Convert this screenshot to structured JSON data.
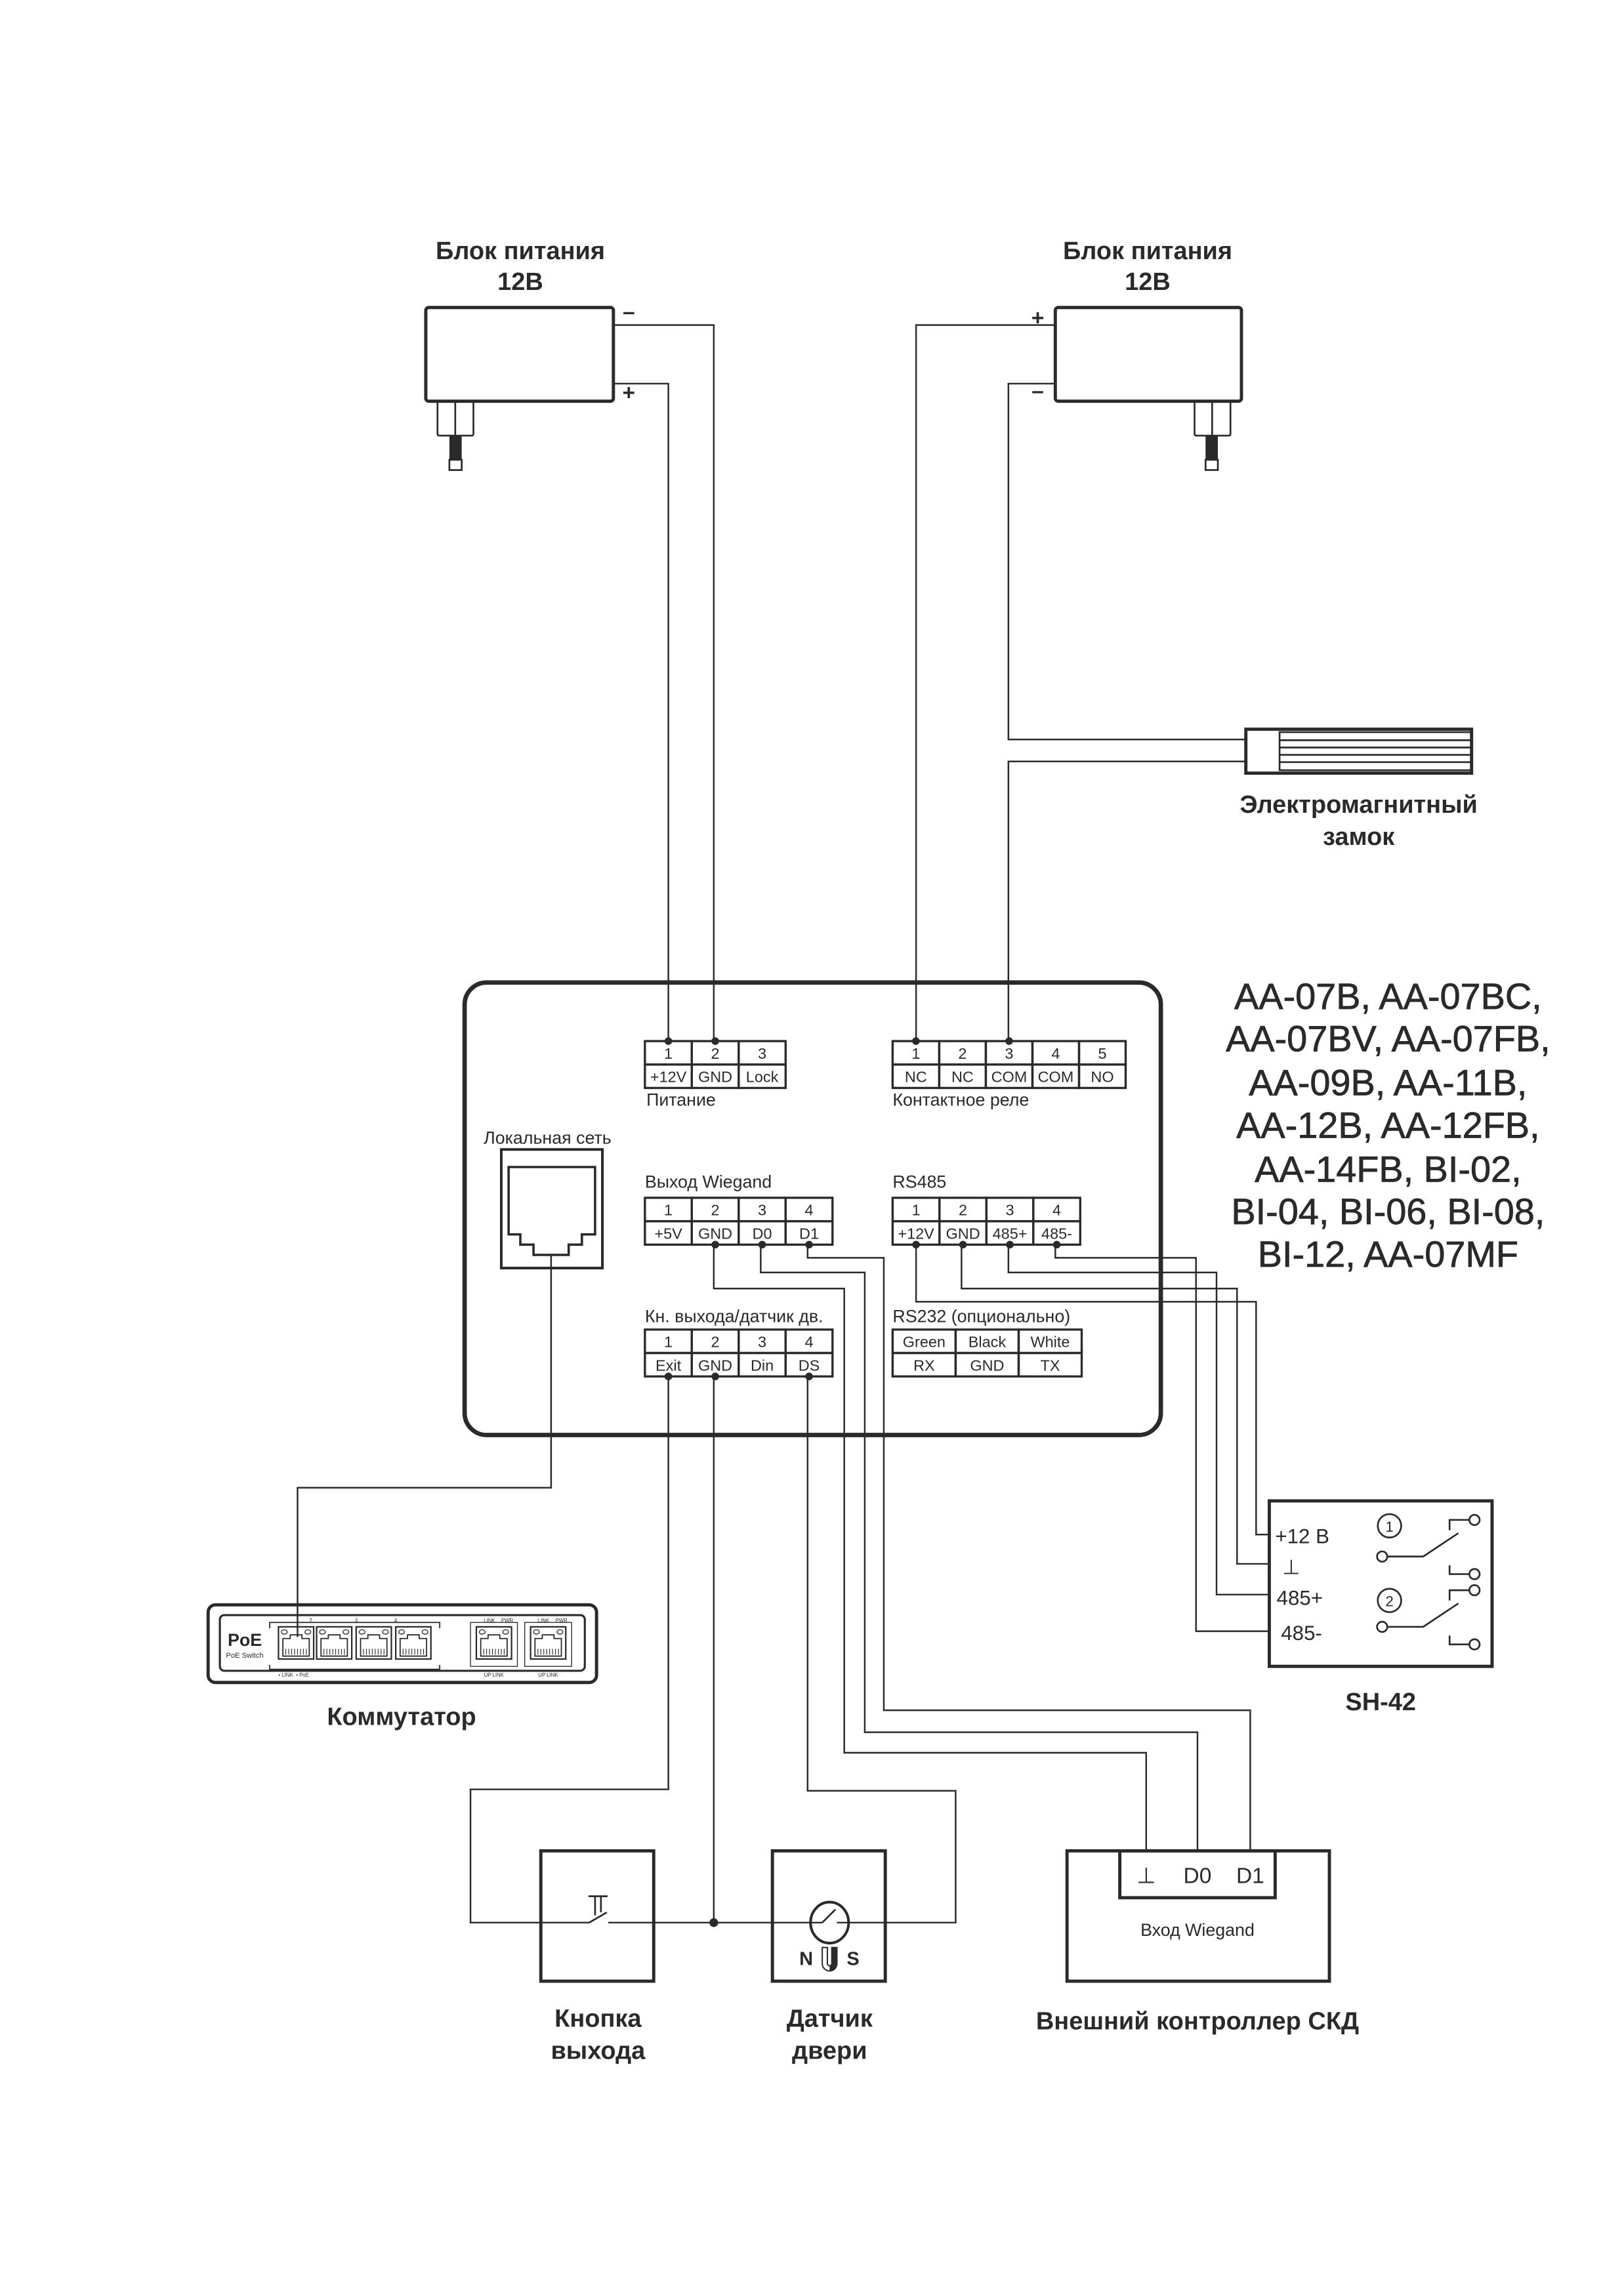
{
  "power_supply_left": {
    "title": "Блок питания",
    "voltage": "12В",
    "minus": "–",
    "plus": "+"
  },
  "power_supply_right": {
    "title": "Блок питания",
    "voltage": "12В",
    "minus": "–",
    "plus": "+"
  },
  "lock": {
    "label_line1": "Электромагнитный",
    "label_line2": "замок"
  },
  "models": [
    "AA-07B, AA-07BC,",
    "AA-07BV, AA-07FB,",
    "AA-09B, AA-11B,",
    "AA-12B, AA-12FB,",
    "AA-14FB, BI-02,",
    "BI-04, BI-06, BI-08,",
    "BI-12, AA-07MF"
  ],
  "controller": {
    "lan_label": "Локальная сеть",
    "power": {
      "title": "Питание",
      "pins": [
        "1",
        "2",
        "3"
      ],
      "labels": [
        "+12V",
        "GND",
        "Lock"
      ]
    },
    "relay": {
      "title": "Контактное реле",
      "pins": [
        "1",
        "2",
        "3",
        "4",
        "5"
      ],
      "labels": [
        "NC",
        "NC",
        "COM",
        "COM",
        "NO"
      ]
    },
    "wiegand_out": {
      "title": "Выход Wiegand",
      "pins": [
        "1",
        "2",
        "3",
        "4"
      ],
      "labels": [
        "+5V",
        "GND",
        "D0",
        "D1"
      ]
    },
    "rs485": {
      "title": "RS485",
      "pins": [
        "1",
        "2",
        "3",
        "4"
      ],
      "labels": [
        "+12V",
        "GND",
        "485+",
        "485-"
      ]
    },
    "exit_ds": {
      "title": "Кн. выхода/датчик дв.",
      "pins": [
        "1",
        "2",
        "3",
        "4"
      ],
      "labels": [
        "Exit",
        "GND",
        "Din",
        "DS"
      ]
    },
    "rs232": {
      "title": "RS232 (опционально)",
      "pins": [
        "Green",
        "Black",
        "White"
      ],
      "labels": [
        "RX",
        "GND",
        "TX"
      ]
    }
  },
  "switch": {
    "label": "Коммутатор",
    "brand": "PoE",
    "subtitle": "PoE Switch",
    "port_numbers": [
      "2",
      "3",
      "4"
    ],
    "legend_link": "• LINK",
    "legend_poe": "• PoE",
    "uplink_led_link": "LINK",
    "uplink_led_pwr": "PWR",
    "uplink_label": "UP LINK"
  },
  "sh42": {
    "label": "SH-42",
    "terminals": [
      "+12 В",
      "⊥",
      "485+",
      "485-"
    ],
    "relays": [
      "1",
      "2"
    ]
  },
  "exit_button": {
    "label_line1": "Кнопка",
    "label_line2": "выхода"
  },
  "door_sensor": {
    "label_line1": "Датчик",
    "label_line2": "двери",
    "north": "N",
    "south": "S"
  },
  "acs": {
    "label": "Внешний контроллер СКД",
    "input_title": "Вход Wiegand",
    "terminals": [
      "⊥",
      "D0",
      "D1"
    ]
  },
  "colors": {
    "ink": "#2b2a29",
    "background": "#ffffff"
  }
}
